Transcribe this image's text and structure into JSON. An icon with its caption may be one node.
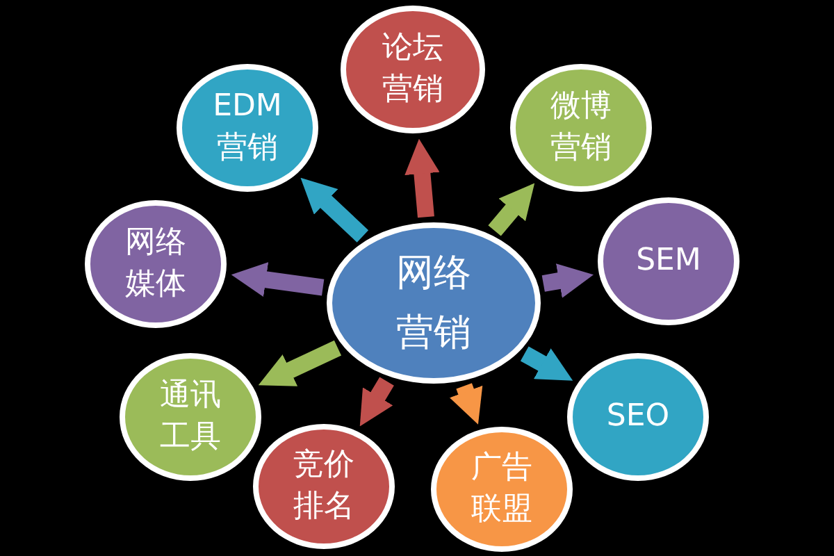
{
  "diagram": {
    "nodes": [
      {
        "text": [
          "论坛营销"
        ]
      },
      {
        "text": [
          "EDM营销"
        ]
      },
      {
        "text": [
          "微博营销"
        ]
      },
      {
        "text": [
          "网络媒体"
        ]
      },
      {
        "text": [
          "网络营销"
        ]
      },
      {
        "text": [
          "SEM"
        ]
      },
      {
        "text": [
          "通讯工具"
        ]
      },
      {
        "text": [
          "SEO"
        ]
      },
      {
        "text": [
          "竞价排名"
        ]
      },
      {
        "text": [
          "广告联盟"
        ]
      }
    ],
    "edges": [
      {
        "from": 4,
        "to": 0,
        "arrow": "to",
        "color": "#c0504d"
      },
      {
        "from": 4,
        "to": 1,
        "arrow": "to",
        "color": "#31a5c4"
      },
      {
        "from": 4,
        "to": 2,
        "arrow": "to",
        "color": "#9bbb59"
      },
      {
        "from": 4,
        "to": 3,
        "arrow": "to",
        "color": "#8064a2"
      },
      {
        "from": 4,
        "to": 5,
        "arrow": "to",
        "color": "#8064a2"
      },
      {
        "from": 4,
        "to": 6,
        "arrow": "to",
        "color": "#9bbb59"
      },
      {
        "from": 4,
        "to": 7,
        "arrow": "to",
        "color": "#31a5c4"
      },
      {
        "from": 4,
        "to": 8,
        "arrow": "to",
        "color": "#c0504d"
      },
      {
        "from": 4,
        "to": 9,
        "arrow": "to",
        "color": "#f79646"
      }
    ]
  }
}
